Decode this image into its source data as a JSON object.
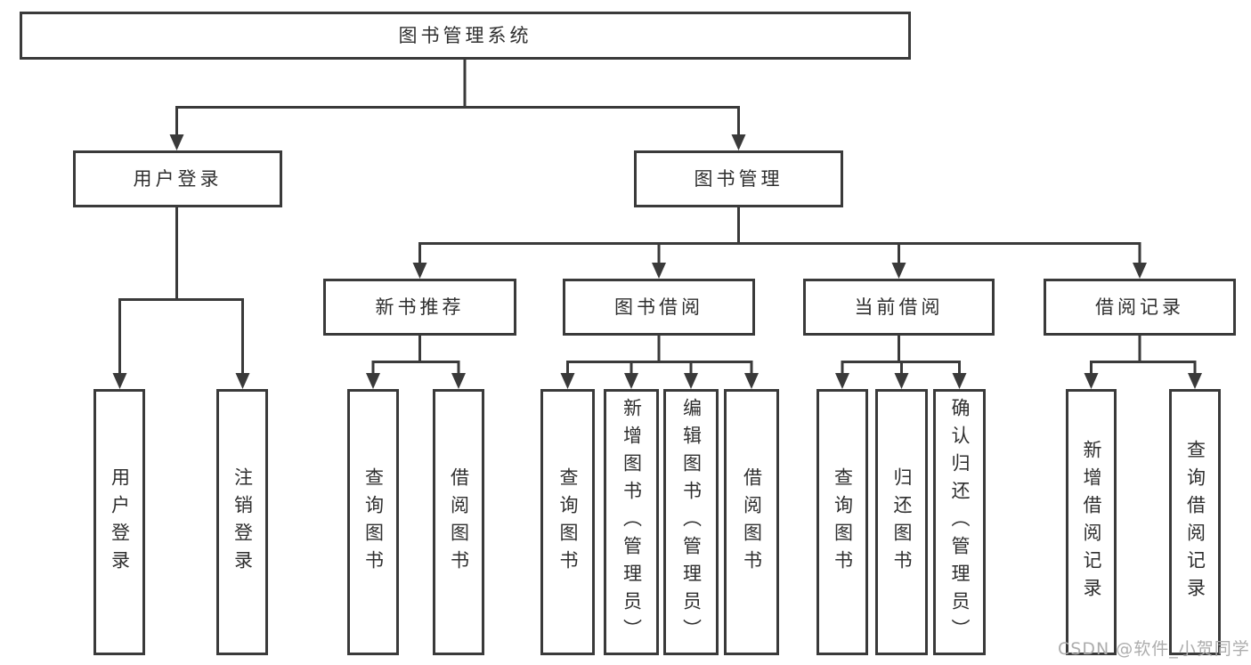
{
  "colors": {
    "line": "#3a3a3a",
    "box_border": "#3a3a3a",
    "text": "#2f2f2f",
    "watermark": "#adadad",
    "background": "#ffffff"
  },
  "watermark": {
    "text": "CSDN @软件_小贺同学"
  },
  "tree": {
    "label": "图书管理系统",
    "children": [
      {
        "label": "用户登录",
        "children": [
          {
            "label": "用户登录"
          },
          {
            "label": "注销登录"
          }
        ]
      },
      {
        "label": "图书管理",
        "children": [
          {
            "label": "新书推荐",
            "children": [
              {
                "label": "查询图书"
              },
              {
                "label": "借阅图书"
              }
            ]
          },
          {
            "label": "图书借阅",
            "children": [
              {
                "label": "查询图书"
              },
              {
                "label": "新增图书（管理员）"
              },
              {
                "label": "编辑图书（管理员）"
              },
              {
                "label": "借阅图书"
              }
            ]
          },
          {
            "label": "当前借阅",
            "children": [
              {
                "label": "查询图书"
              },
              {
                "label": "归还图书"
              },
              {
                "label": "确认归还（管理员）"
              }
            ]
          },
          {
            "label": "借阅记录",
            "children": [
              {
                "label": "新增借阅记录"
              },
              {
                "label": "查询借阅记录"
              }
            ]
          }
        ]
      }
    ]
  }
}
